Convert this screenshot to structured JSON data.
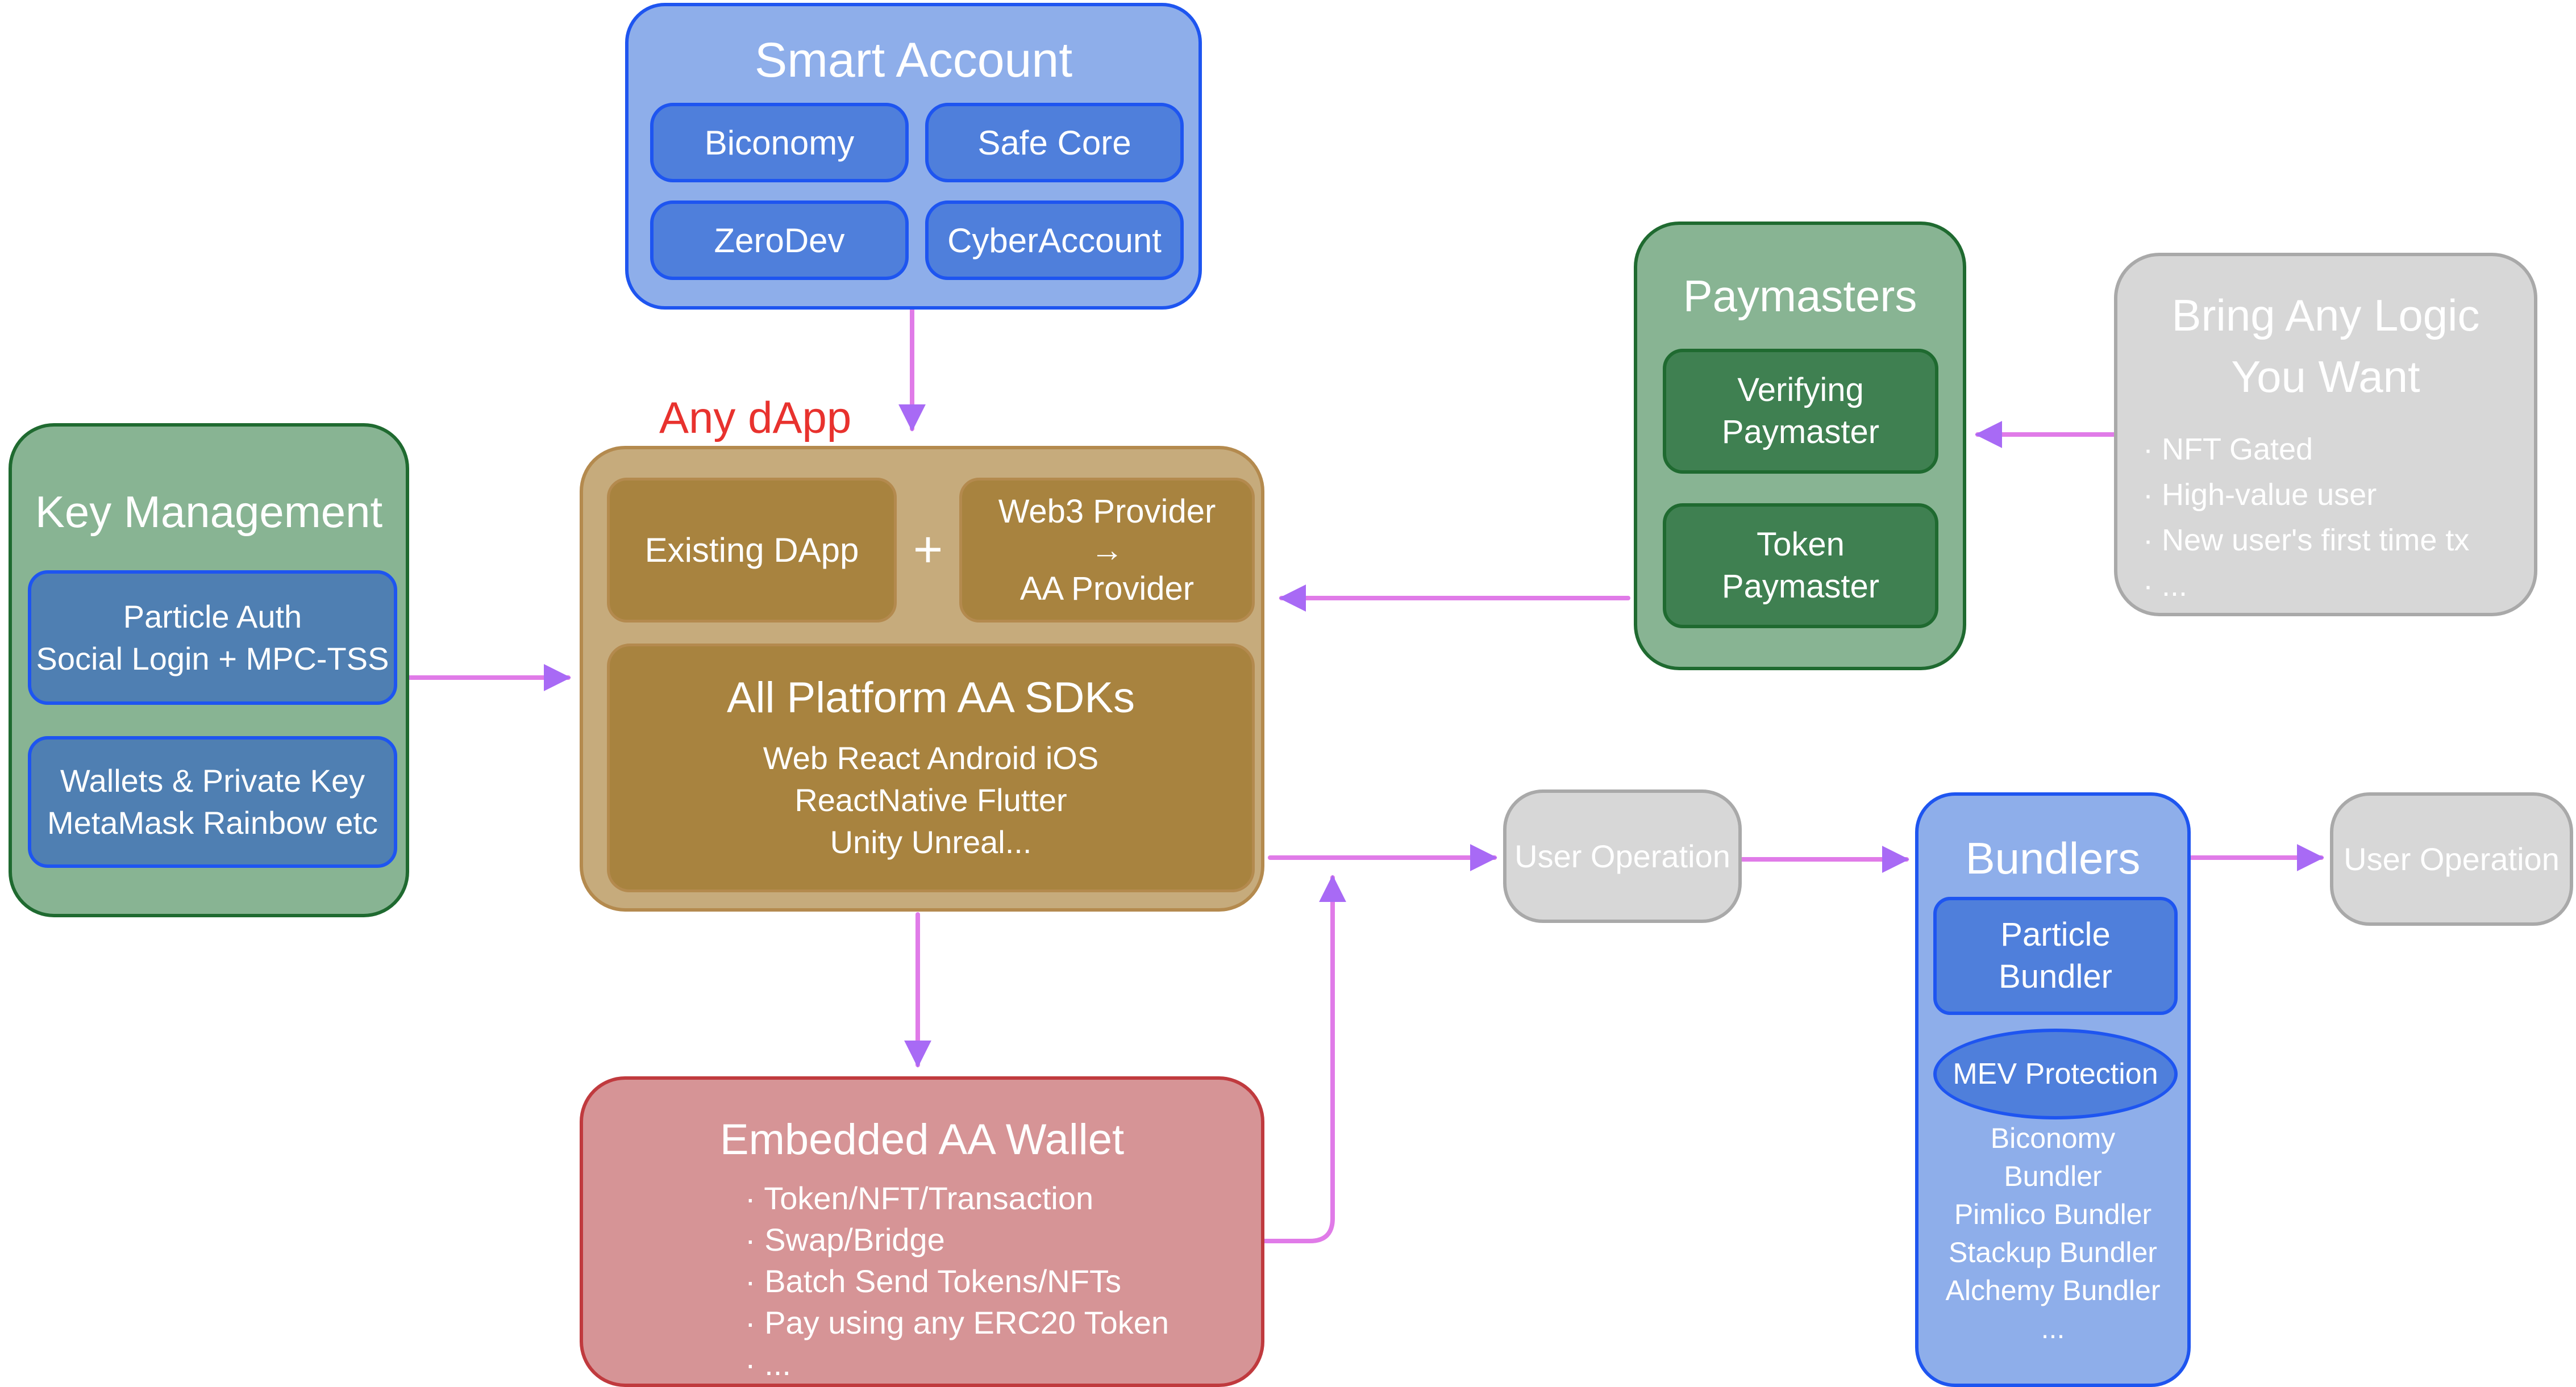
{
  "colors": {
    "arrow": "#E07BE8",
    "arrow_head": "#A86AF5",
    "blue_fill": "#8EAEEA",
    "blue_item": "#4F7FDB",
    "blue_border": "#1E55F0",
    "green_fill": "#88B493",
    "green_item": "#3F8051",
    "green_border": "#1F6A30",
    "tan_fill": "#C6AB7C",
    "tan_item": "#A8833F",
    "tan_border": "#B48A4E",
    "steel_item": "#4F7FB2",
    "red_fill": "#D69496",
    "red_border": "#C03A3E",
    "gray_fill": "#D7D7D7",
    "gray_border": "#A9A9A9",
    "dapp_label": "#E8322E"
  },
  "smart_account": {
    "title": "Smart Account",
    "items": [
      "Biconomy",
      "Safe Core",
      "ZeroDev",
      "CyberAccount"
    ]
  },
  "any_dapp": {
    "label": "Any dApp",
    "existing_dapp": "Existing DApp",
    "plus": "+",
    "provider_lines": [
      "Web3 Provider",
      "→",
      "AA Provider"
    ],
    "sdk_title": "All Platform AA SDKs",
    "sdk_lines": [
      "Web React Android iOS",
      "ReactNative Flutter",
      "Unity Unreal..."
    ]
  },
  "key_management": {
    "title": "Key Management",
    "particle_lines": [
      "Particle Auth",
      "Social Login + MPC-TSS"
    ],
    "wallets_lines": [
      "Wallets & Private Key",
      "MetaMask Rainbow etc"
    ]
  },
  "paymasters": {
    "title": "Paymasters",
    "verifying_lines": [
      "Verifying",
      "Paymaster"
    ],
    "token_lines": [
      "Token",
      "Paymaster"
    ]
  },
  "logic": {
    "title_lines": [
      "Bring Any Logic",
      "You Want"
    ],
    "bullets": [
      "· NFT Gated",
      "· High-value user",
      "· New user's first time tx",
      "· ..."
    ]
  },
  "embedded_wallet": {
    "title": "Embedded AA Wallet",
    "bullets": [
      "· Token/NFT/Transaction",
      "· Swap/Bridge",
      "· Batch Send Tokens/NFTs",
      "· Pay using any ERC20 Token",
      "· ..."
    ]
  },
  "user_operation_1": "User Operation",
  "user_operation_2": "User Operation",
  "bundlers": {
    "title": "Bundlers",
    "particle_lines": [
      "Particle",
      "Bundler"
    ],
    "mev": "MEV Protection",
    "others": [
      "Biconomy",
      "Bundler",
      "Pimlico Bundler",
      "Stackup Bundler",
      "Alchemy Bundler",
      "..."
    ]
  }
}
